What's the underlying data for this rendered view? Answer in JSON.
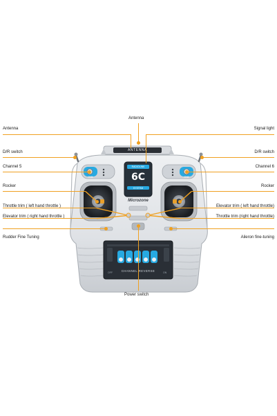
{
  "labels": {
    "antenna_top": "Antenna",
    "antenna_left": "Antenna",
    "signal_light": "Signal light",
    "dr_switch_left": "D/R switch",
    "dr_switch_right": "D/R switch",
    "channel5": "Channel 5",
    "channel6": "Channel 6",
    "rocker_left": "Rocker",
    "rocker_right": "Rocker",
    "throttle_trim_left": "Throttle trim ( left hand throttle )",
    "elevator_trim_right_hand": "Elevator trim ( right hand throttle )",
    "elevator_trim_left_hand": "Elevator trim ( left hand throttle)",
    "throttle_trim_right": "Throttle trim (right hand throttle)",
    "rudder_fine": "Rudder Fine Tuning",
    "aileron_fine": "Aileron fine-tuning",
    "power_switch": "Power switch"
  },
  "device": {
    "antenna_plate": "ANTENNA",
    "screen_top": "RADIOLINK",
    "screen_big": "6C",
    "screen_sub": "SYSTEM",
    "brand": "Microzone",
    "panel_text": "CHANNEL REVERSE",
    "panel_small_left": "OFF",
    "panel_small_right": "ON",
    "badge_left": "CH5",
    "badge_right": "CH6"
  },
  "colors": {
    "accent_orange": "#f0a020",
    "body_grey": "#dcdfe3",
    "body_dark": "#a9aeb4",
    "panel_dark": "#2a2f36",
    "panel_blue": "#27a9e1",
    "screen_blue": "#27a9e1"
  }
}
